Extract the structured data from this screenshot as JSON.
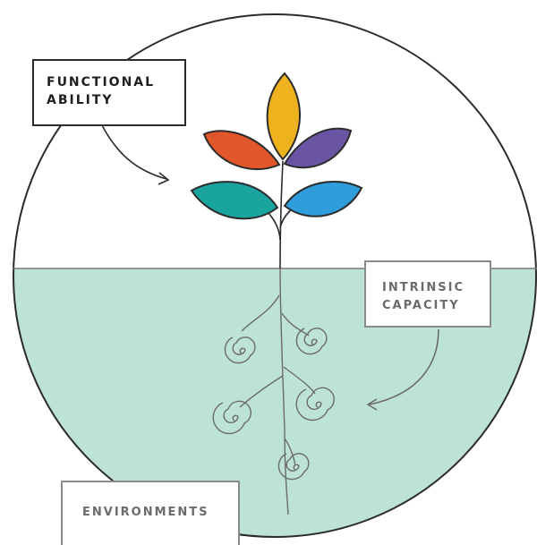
{
  "labels": {
    "functional_ability": [
      "FUNCTIONAL",
      "ABILITY"
    ],
    "intrinsic_capacity": [
      "INTRINSIC",
      "CAPACITY"
    ],
    "environments": "ENVIRONMENTS"
  },
  "colors": {
    "water": "#bde3d8",
    "outline": "#2b2b2b",
    "leaf_top": "#eeb21e",
    "leaf_orange": "#e1562a",
    "leaf_purple": "#6a55a4",
    "leaf_teal": "#19a4a0",
    "leaf_blue": "#2f9ddb"
  },
  "icons": {
    "plant": "plant-icon",
    "roots": "spiral-roots-icon"
  }
}
